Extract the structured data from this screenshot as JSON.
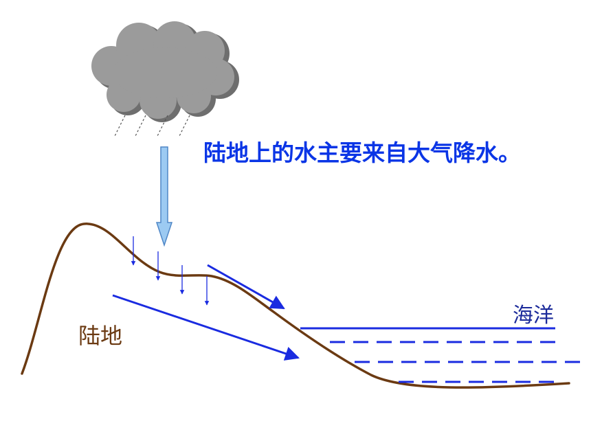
{
  "caption": "陆地上的水主要来自大气降水。",
  "labels": {
    "land": "陆地",
    "ocean": "海洋"
  },
  "colors": {
    "caption": "#0a35e6",
    "land_label": "#6b3a12",
    "ocean_label": "#1b2a9a",
    "terrain": "#6b3a12",
    "cloud_fill": "#9b9b9b",
    "cloud_shadow": "#6e6e6e",
    "precip_arrow_fill": "#9ccaf2",
    "precip_arrow_stroke": "#4f86c6",
    "flow_arrow": "#1a2be0",
    "ocean_lines": "#1a2be0"
  },
  "icons": {
    "cloud": "rain-cloud-icon",
    "precipitation": "down-arrow-icon"
  }
}
